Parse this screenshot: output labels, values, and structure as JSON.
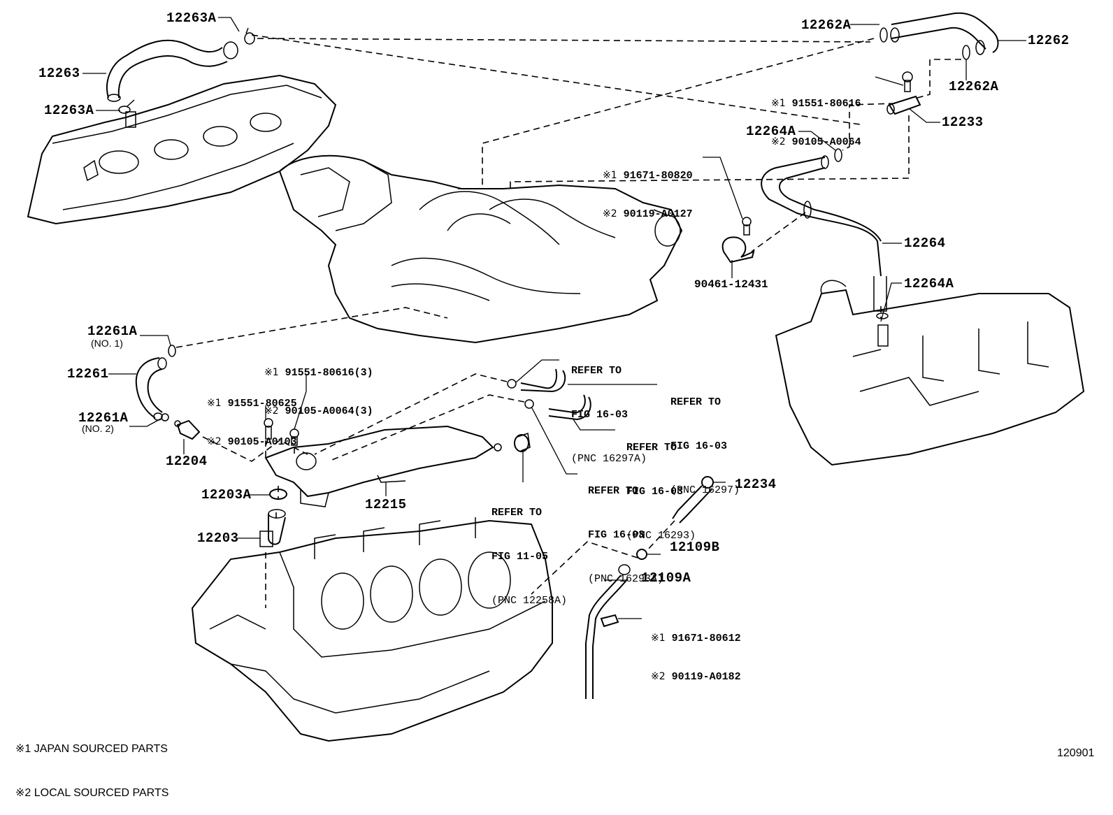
{
  "diagram": {
    "type": "parts-exploded-view",
    "figure_number": "120901",
    "legend": {
      "mark1": "※1 JAPAN SOURCED PARTS",
      "mark2": "※2 LOCAL SOURCED PARTS"
    },
    "callouts": {
      "p12263A_top": "12263A",
      "p12263": "12263",
      "p12263A_bottom": "12263A",
      "p12262A_left": "12262A",
      "p12262": "12262",
      "p12262A_right": "12262A",
      "p12233": "12233",
      "p12264A_top": "12264A",
      "p12264": "12264",
      "p12264A_bottom": "12264A",
      "p90461": "90461-12431",
      "p12261A_no1": "12261A",
      "p12261A_no1_sub": "(NO. 1)",
      "p12261": "12261",
      "p12261A_no2": "12261A",
      "p12261A_no2_sub": "(NO. 2)",
      "p12204": "12204",
      "p12203A": "12203A",
      "p12215": "12215",
      "p12203": "12203",
      "p12234": "12234",
      "p12109B": "12109B",
      "p12109A": "12109A"
    },
    "part_number_pairs": {
      "bolt_12233": {
        "jp": "91551-80616",
        "local": "90105-A0064"
      },
      "bolt_clamp": {
        "jp": "91671-80820",
        "local": "90119-A0127"
      },
      "bolt_12215_a": {
        "jp": "91551-80616(3)",
        "local": "90105-A0064(3)"
      },
      "bolt_12215_b": {
        "jp": "91551-80625",
        "local": "90105-A0103"
      },
      "bolt_12109A": {
        "jp": "91671-80612",
        "local": "90119-A0182"
      },
      "mark1": "※1",
      "mark2": "※2"
    },
    "references": {
      "r16297A": {
        "line1": "REFER TO",
        "line2": "FIG 16-03",
        "line3": "(PNC 16297A)"
      },
      "r16297": {
        "line1": "REFER TO",
        "line2": "FIG 16-03",
        "line3": "(PNC 16297)"
      },
      "r16293": {
        "line1": "REFER TO",
        "line2": "FIG 16-03",
        "line3": "(PNC 16293)"
      },
      "r16293A": {
        "line1": "REFER TO",
        "line2": "FIG 16-03",
        "line3": "(PNC 16293A)"
      },
      "r12258A": {
        "line1": "REFER TO",
        "line2": "FIG 11-05",
        "line3": "(PNC 12258A)"
      }
    }
  }
}
